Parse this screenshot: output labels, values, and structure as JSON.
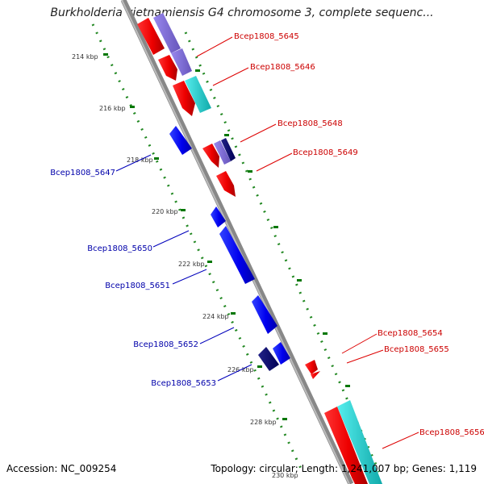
{
  "title": "Burkholderia vietnamiensis G4 chromosome 3, complete sequenc...",
  "footer": {
    "accession": "Accession: NC_009254",
    "summary": "Topology: circular; Length: 1,241,007 bp; Genes: 1,119"
  },
  "ruler": {
    "ticks": [
      "214 kbp",
      "216 kbp",
      "218 kbp",
      "220 kbp",
      "222 kbp",
      "224 kbp",
      "226 kbp",
      "228 kbp",
      "230 kbp"
    ]
  },
  "genes_forward": [
    "Bcep1808_5645",
    "Bcep1808_5646",
    "Bcep1808_5648",
    "Bcep1808_5649",
    "Bcep1808_5654",
    "Bcep1808_5655",
    "Bcep1808_5656"
  ],
  "genes_reverse": [
    "Bcep1808_5647",
    "Bcep1808_5650",
    "Bcep1808_5651",
    "Bcep1808_5652",
    "Bcep1808_5653"
  ],
  "colors": {
    "forward_label": "#cc0000",
    "reverse_label": "#0000aa",
    "cds_forward": "#ff0000",
    "cds_reverse": "#0000ff",
    "cds_dark": "#000066",
    "feature_purple": "#7766cc",
    "feature_cyan": "#22cccc",
    "tick_green": "#007700",
    "backbone": "#888888"
  }
}
